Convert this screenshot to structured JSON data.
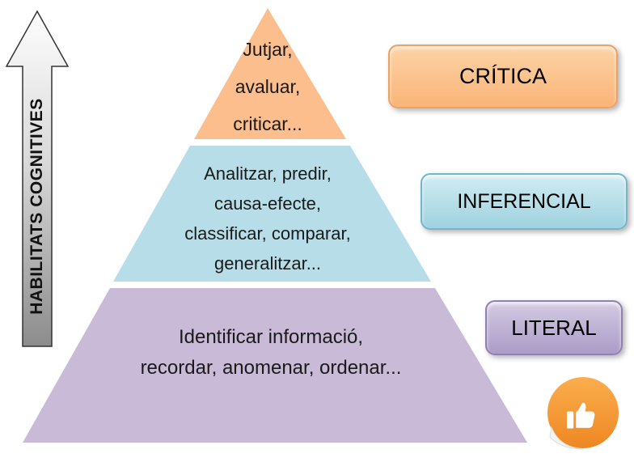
{
  "arrow": {
    "label": "HABILITATS COGNITIVES"
  },
  "pyramid": {
    "levels": [
      {
        "id": "critica",
        "fill": "#FBBE8C",
        "lines": [
          "Jutjar,",
          "avaluar,",
          "criticar..."
        ]
      },
      {
        "id": "inferencial",
        "fill": "#B7DEE8",
        "lines": [
          "Analitzar, predir,",
          "causa-efecte,",
          "classificar, comparar,",
          "generalitzar..."
        ]
      },
      {
        "id": "literal",
        "fill": "#C9BAD8",
        "lines": [
          "Identificar informació,",
          "recordar, anomenar, ordenar..."
        ]
      }
    ]
  },
  "side_labels": [
    {
      "text": "CRÍTICA",
      "bg_top": "#FDD3A6",
      "bg_bottom": "#F9B478",
      "border": "#F0A060"
    },
    {
      "text": "INFERENCIAL",
      "bg_top": "#D2ECF2",
      "bg_bottom": "#9ED2E0",
      "border": "#72B6CA"
    },
    {
      "text": "LITERAL",
      "bg_top": "#D4CBE2",
      "bg_bottom": "#AB9BC8",
      "border": "#9180B2"
    }
  ],
  "icons": {
    "thumbs_up": "thumbs-up-icon",
    "badge_color_top": "#FBAE4E",
    "badge_color_bottom": "#EE8722"
  }
}
